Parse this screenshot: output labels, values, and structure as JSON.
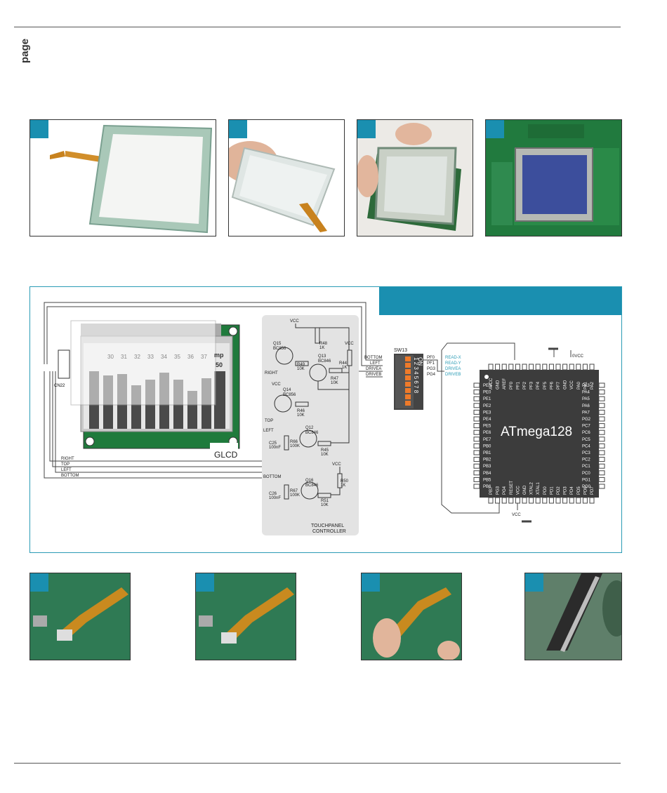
{
  "page": {
    "tag": "page"
  },
  "schematic": {
    "glcd_label": "GLCD",
    "connector": "CN22",
    "switch": "SW13",
    "switch_on": "ON",
    "switch_numbers": "1 2 3 4 5 6 7 8",
    "controller_label_1": "TOUCHPANEL",
    "controller_label_2": "CONTROLLER",
    "mcu": "ATmega128",
    "vcc": "VCC",
    "ovcc": "0VCC",
    "wire_right": "RIGHT",
    "wire_top": "TOP",
    "wire_left": "LEFT",
    "wire_bottom": "BOTTOM",
    "wire_drivea": "DRIVEA",
    "wire_driveb": "DRIVEB",
    "ports": [
      "PF0",
      "PF1",
      "PG3",
      "PG4"
    ],
    "signals": [
      "READ-X",
      "READ-Y",
      "DRIVEA",
      "DRIVEB"
    ],
    "transistors": {
      "q15": [
        "Q15",
        "BC856"
      ],
      "q13": [
        "Q13",
        "BC846"
      ],
      "q14": [
        "Q14",
        "BC856"
      ],
      "q12": [
        "Q12",
        "BC846"
      ],
      "q16": [
        "Q16",
        "BC846"
      ]
    },
    "resistors": {
      "r48": [
        "R48",
        "1K"
      ],
      "r44": [
        "R44",
        "1K"
      ],
      "r49": [
        "R49",
        "10K"
      ],
      "r47": [
        "R47",
        "10K"
      ],
      "r46": [
        "R46",
        "10K"
      ],
      "r66": [
        "R66",
        "100K"
      ],
      "r45": [
        "R45",
        "10K"
      ],
      "r50": [
        "R50",
        "1K"
      ],
      "r67": [
        "R67",
        "100K"
      ],
      "r51": [
        "R51",
        "10K"
      ]
    },
    "capacitors": {
      "c25": [
        "C25",
        "100nF"
      ],
      "c26": [
        "C26",
        "100nF"
      ]
    },
    "left_pins": [
      "PEN",
      "PE0",
      "PE1",
      "PE2",
      "PE3",
      "PE4",
      "PE5",
      "PE6",
      "PE7",
      "PB0",
      "PB1",
      "PB2",
      "PB3",
      "PB4",
      "PB5",
      "PB6"
    ],
    "right_pins": [
      "PA3",
      "PA4",
      "PA5",
      "PA6",
      "PA7",
      "PG2",
      "PC7",
      "PC6",
      "PC5",
      "PC4",
      "PC3",
      "PC2",
      "PC1",
      "PC0",
      "PG1",
      "PG0"
    ],
    "top_pins": [
      "AVCC",
      "GND",
      "AREF",
      "PF0",
      "PF1",
      "PF2",
      "PF3",
      "PF4",
      "PF5",
      "PF6",
      "PF7",
      "GND",
      "VCC",
      "PA0",
      "PA1",
      "PA2"
    ],
    "bottom_pins": [
      "PB7",
      "PG3",
      "PG4",
      "RESET",
      "VCC",
      "GND",
      "XTAL2",
      "XTAL1",
      "PD0",
      "PD1",
      "PD2",
      "PD3",
      "PD4",
      "PD5",
      "PD6",
      "PD7"
    ],
    "glcd_numbers": [
      "30",
      "31",
      "32",
      "33",
      "34",
      "35",
      "36",
      "37"
    ],
    "glcd_side": [
      "mp",
      "50"
    ]
  },
  "colors": {
    "accent": "#1a8fb0",
    "pcb": "#1f7a3c",
    "switch": "#ee7a2a"
  }
}
